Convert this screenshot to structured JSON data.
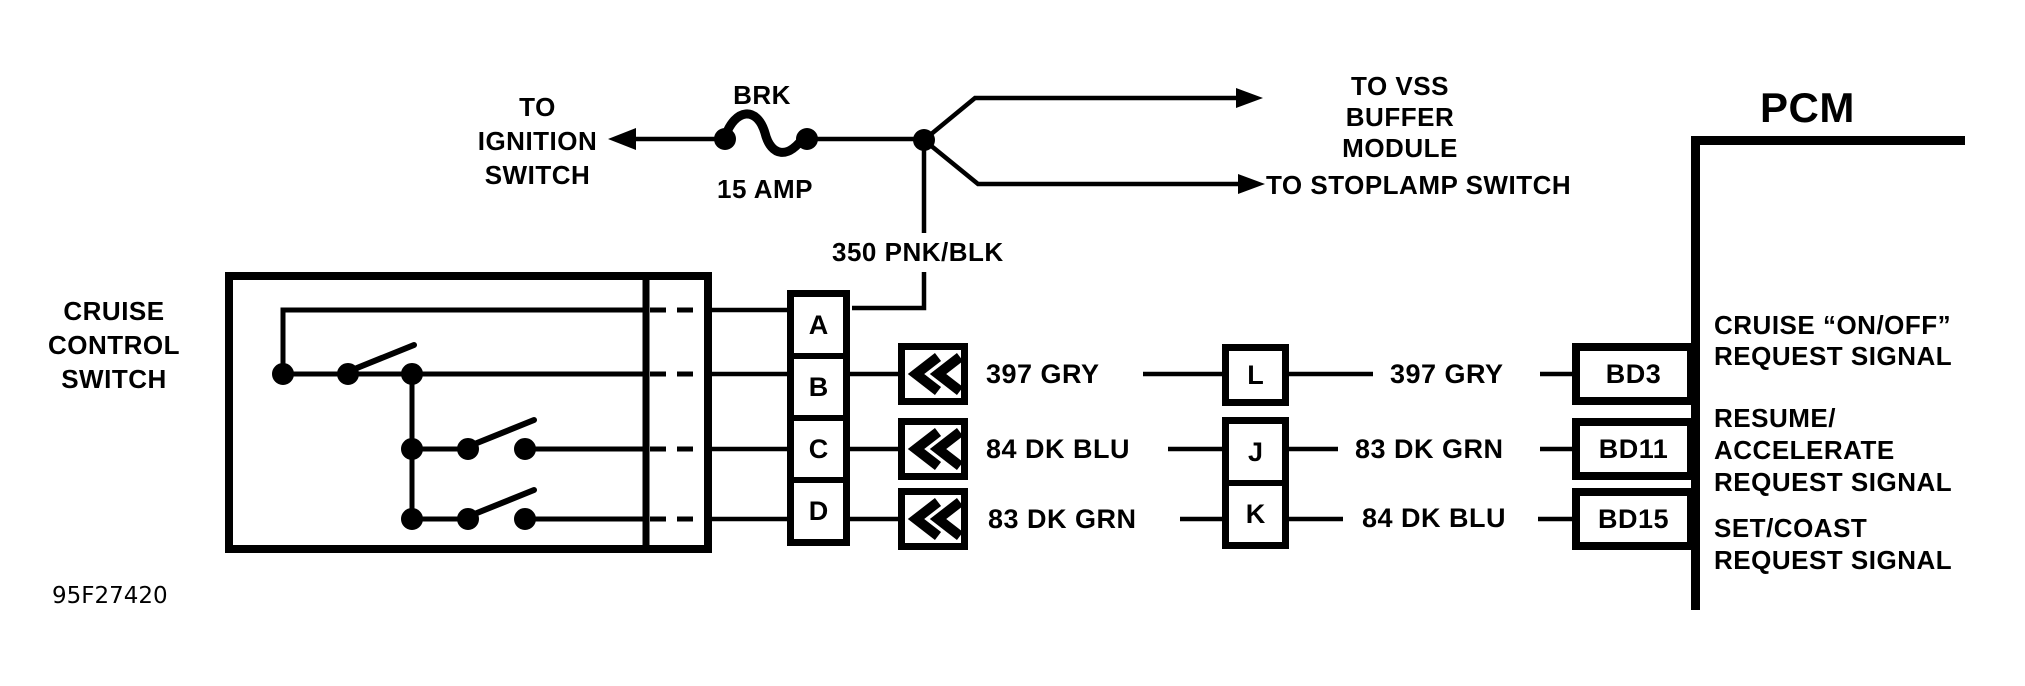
{
  "figure_id": "95F27420",
  "colors": {
    "ink": "#000000",
    "paper": "#ffffff"
  },
  "power_feed": {
    "destination_left": "TO\nIGNITION\nSWITCH",
    "fuse_name": "BRK",
    "fuse_rating": "15 AMP",
    "wire_label": "350 PNK/BLK",
    "branch_vss": "TO VSS\nBUFFER MODULE",
    "branch_stoplamp": "TO STOPLAMP SWITCH"
  },
  "cruise_switch": {
    "label": "CRUISE\nCONTROL\nSWITCH",
    "pins": [
      "A",
      "B",
      "C",
      "D"
    ]
  },
  "harness": {
    "switch_side_wires": [
      "397 GRY",
      "84 DK BLU",
      "83 DK GRN"
    ],
    "inline_connector_pins": [
      "L",
      "J",
      "K"
    ],
    "pcm_side_wires": [
      "397 GRY",
      "83 DK GRN",
      "84 DK BLU"
    ]
  },
  "pcm": {
    "title": "PCM",
    "pins": [
      "BD3",
      "BD11",
      "BD15"
    ],
    "signals": [
      "CRUISE “ON/OFF”\nREQUEST SIGNAL",
      "RESUME/\nACCELERATE\nREQUEST SIGNAL",
      "SET/COAST\nREQUEST SIGNAL"
    ]
  }
}
